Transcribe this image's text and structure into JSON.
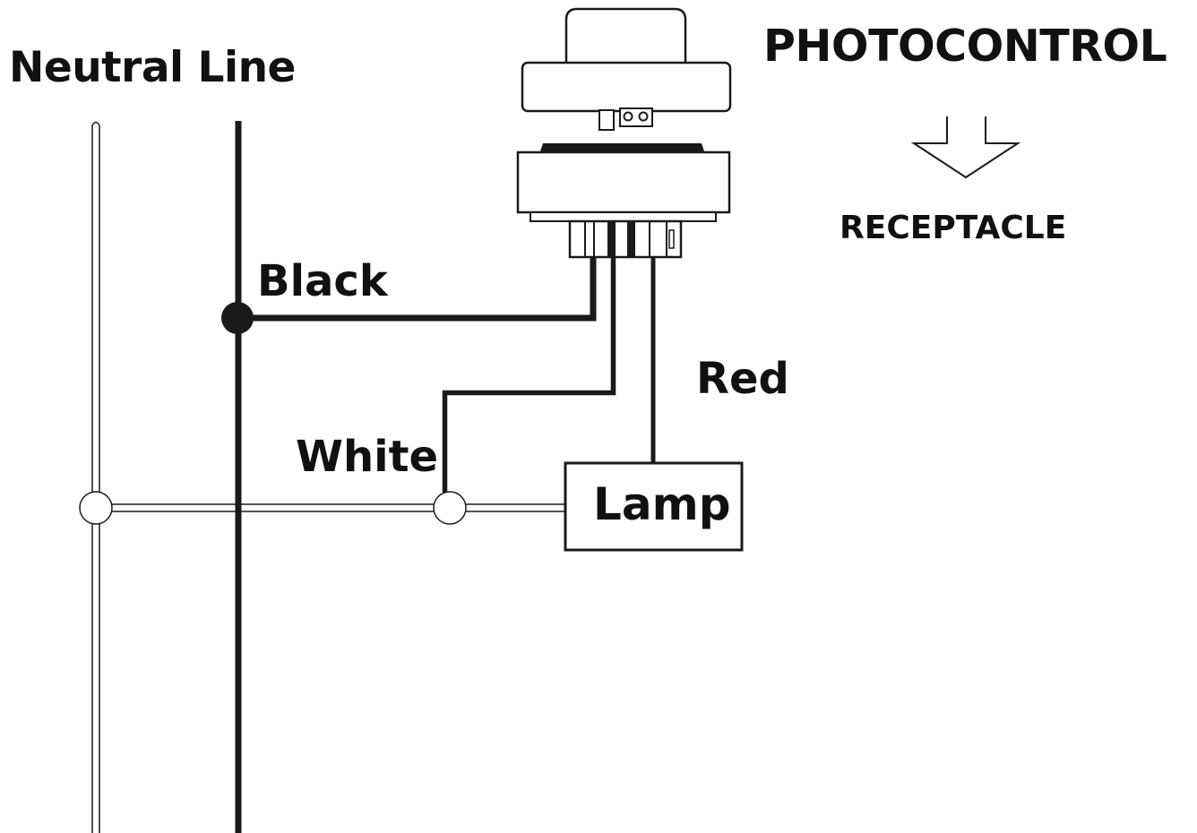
{
  "labels": {
    "neutral_line": "Neutral Line",
    "photocontrol": "PHOTOCONTROL",
    "receptacle": "RECEPTACLE",
    "black": "Black",
    "red": "Red",
    "white": "White",
    "lamp": "Lamp"
  },
  "colors": {
    "black_wire": "#1a1a1a",
    "white_wire": "#ffffff",
    "outline": "#1a1a1a",
    "background": "#ffffff"
  }
}
